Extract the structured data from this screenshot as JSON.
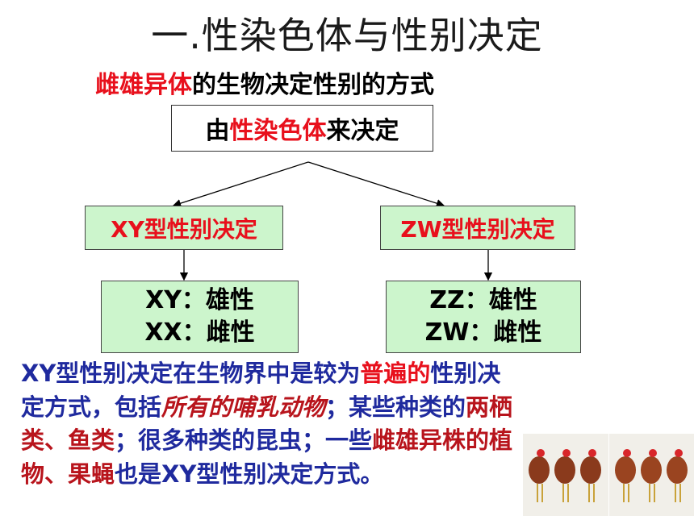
{
  "title": "一.性染色体与性别决定",
  "subtitle": {
    "highlight": "雌雄异体",
    "rest": "的生物决定性别的方式"
  },
  "root_box": {
    "prefix": "由",
    "highlight": "性染色体",
    "suffix": "来决定"
  },
  "left_type": "XY型性别决定",
  "right_type": "ZW型性别决定",
  "left_result": {
    "line1": "XY：雄性",
    "line2": "XX：雌性"
  },
  "right_result": {
    "line1": "ZZ：雄性",
    "line2": "ZW：雌性"
  },
  "paragraph": {
    "s1": " XY型性别决定在生物界中是较为",
    "s2": "普遍的",
    "s3": "性别决定方式，包括",
    "s4": "所有的哺乳动物",
    "s5": "；某些种类的",
    "s6": "两栖类、鱼类",
    "s7": "；很多种类的昆虫；一些",
    "s8": "雌雄异株的植物、果蝇",
    "s9": "也是XY型性别决定方式。"
  },
  "colors": {
    "red": "#e8101c",
    "blue": "#1f2a9e",
    "green_box": "#ccf5cc"
  },
  "images": [
    "rooster-photo-1",
    "rooster-photo-2"
  ]
}
